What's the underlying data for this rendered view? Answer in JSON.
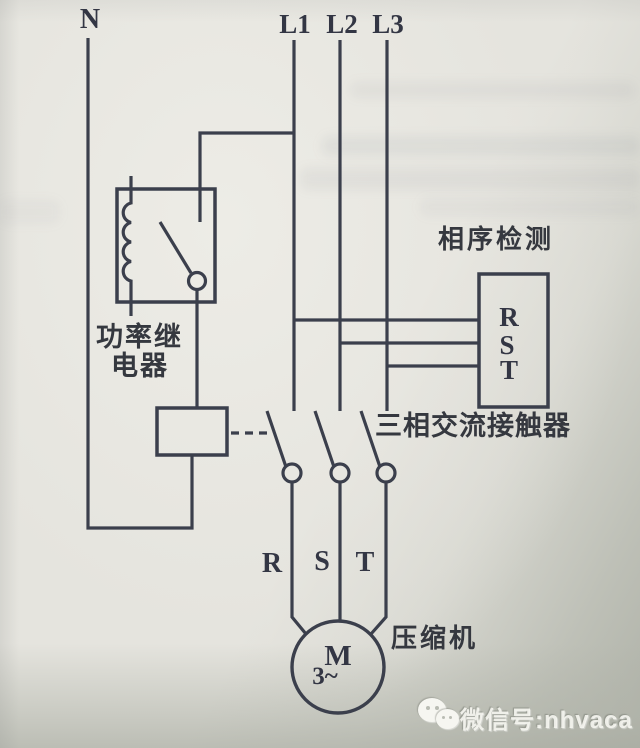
{
  "diagram": {
    "power_lines": {
      "neutral_label": "N",
      "l1_label": "L1",
      "l2_label": "L2",
      "l3_label": "L3"
    },
    "power_relay": {
      "label_line1": "功率继",
      "label_line2": "电器"
    },
    "phase_detector": {
      "title": "相序检测",
      "terminal_r": "R",
      "terminal_s": "S",
      "terminal_t": "T"
    },
    "contactor": {
      "label": "三相交流接触器"
    },
    "motor_leads": {
      "r": "R",
      "s": "S",
      "t": "T"
    },
    "motor": {
      "symbol": "M",
      "phase_text": "3~",
      "label": "压缩机"
    }
  },
  "watermark": {
    "wechat_text": "微信号:nhvaca"
  },
  "colors": {
    "wire": "#3b3f4c",
    "ink": "#333644",
    "paper": "#e5e4de",
    "photo_edge_gray": "#b9bcb2"
  }
}
